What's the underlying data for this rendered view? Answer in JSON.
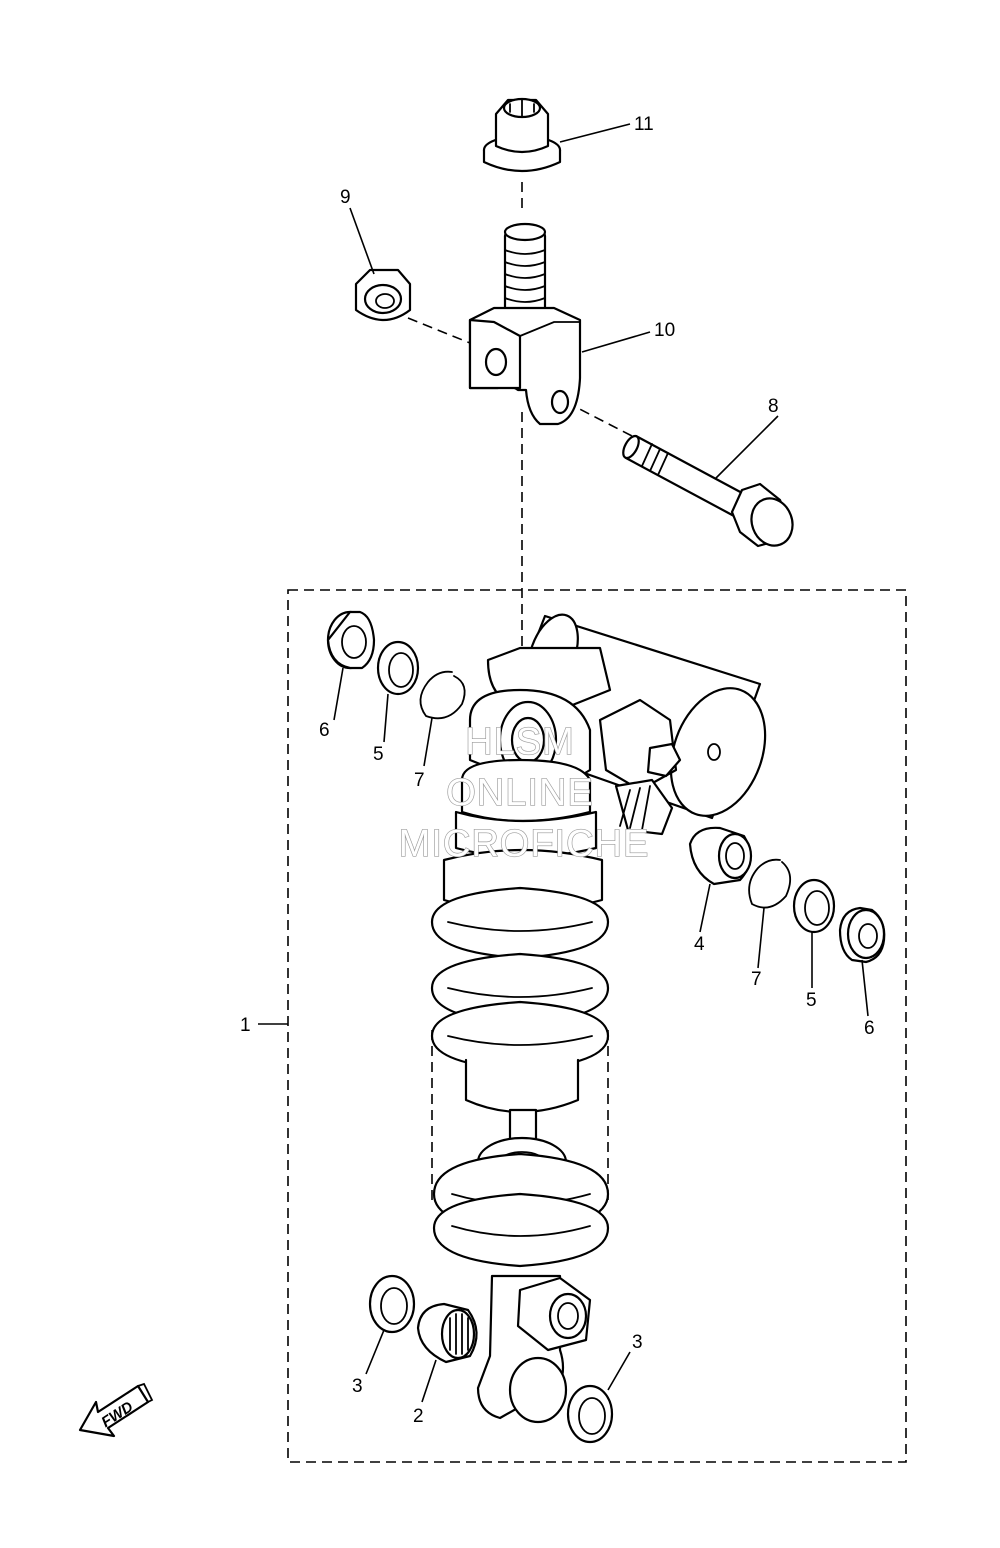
{
  "callouts": {
    "c1": "1",
    "c2": "2",
    "c3a": "3",
    "c3b": "3",
    "c4": "4",
    "c5a": "5",
    "c5b": "5",
    "c6a": "6",
    "c6b": "6",
    "c7a": "7",
    "c7b": "7",
    "c8": "8",
    "c9": "9",
    "c10": "10",
    "c11": "11"
  },
  "watermark": {
    "line1": "HLSM",
    "line2": "ONLINE",
    "line3": "MICROFICHE"
  },
  "direction_label": "FWD"
}
